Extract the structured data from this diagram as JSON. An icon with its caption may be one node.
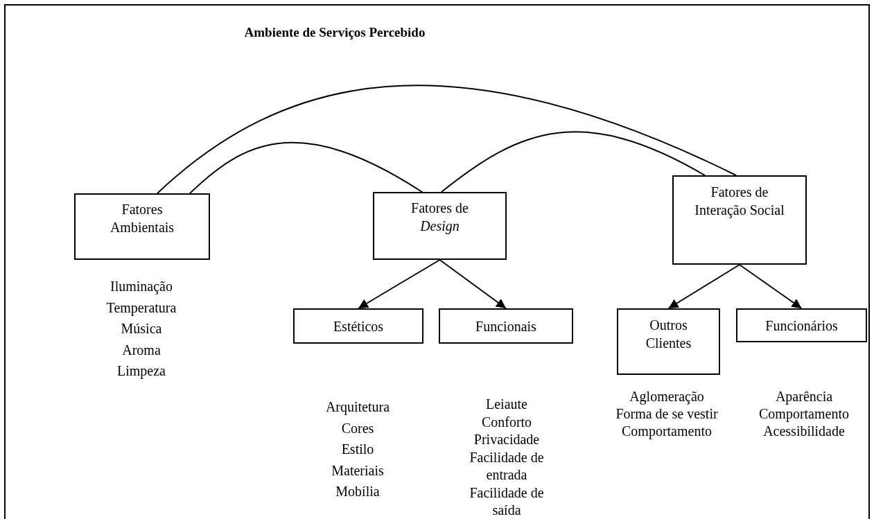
{
  "diagram": {
    "title": "Ambiente de Serviços Percebido",
    "nodes": [
      {
        "text": [
          "Fatores Ambientais"
        ],
        "beside": [
          "Iluminação",
          "Temperatura",
          "Música",
          "Aroma",
          "Limpeza"
        ]
      },
      {
        "text": [
          "Fatores de *Design*"
        ]
      },
      {
        "text": [
          "Fatores de Interação Social"
        ]
      },
      {
        "text": [
          "Estéticos"
        ],
        "beside": [
          "Arquitetura",
          "Cores",
          "Estilo",
          "Materiais",
          "Mobília"
        ]
      },
      {
        "text": [
          "Funcionais"
        ],
        "beside": [
          "Leiaute",
          "Conforto",
          "Privacidade",
          "Facilidade de entrada",
          "Facilidade de saída"
        ]
      },
      {
        "text": [
          "Outros Clientes"
        ],
        "beside": [
          "Aglomeração",
          "Forma de se vestir",
          "Comportamento"
        ]
      },
      {
        "text": [
          "Funcionários"
        ],
        "beside": [
          "Aparência",
          "Comportamento",
          "Acessibilidade"
        ]
      }
    ],
    "edges": [
      {
        "from": 0,
        "to": 1,
        "arrow": "none"
      },
      {
        "from": 0,
        "to": 2,
        "arrow": "none"
      },
      {
        "from": 1,
        "to": 2,
        "arrow": "none"
      },
      {
        "from": 1,
        "to": 3,
        "arrow": "to"
      },
      {
        "from": 1,
        "to": 4,
        "arrow": "to"
      },
      {
        "from": 2,
        "to": 5,
        "arrow": "to"
      },
      {
        "from": 2,
        "to": 6,
        "arrow": "to"
      }
    ]
  }
}
